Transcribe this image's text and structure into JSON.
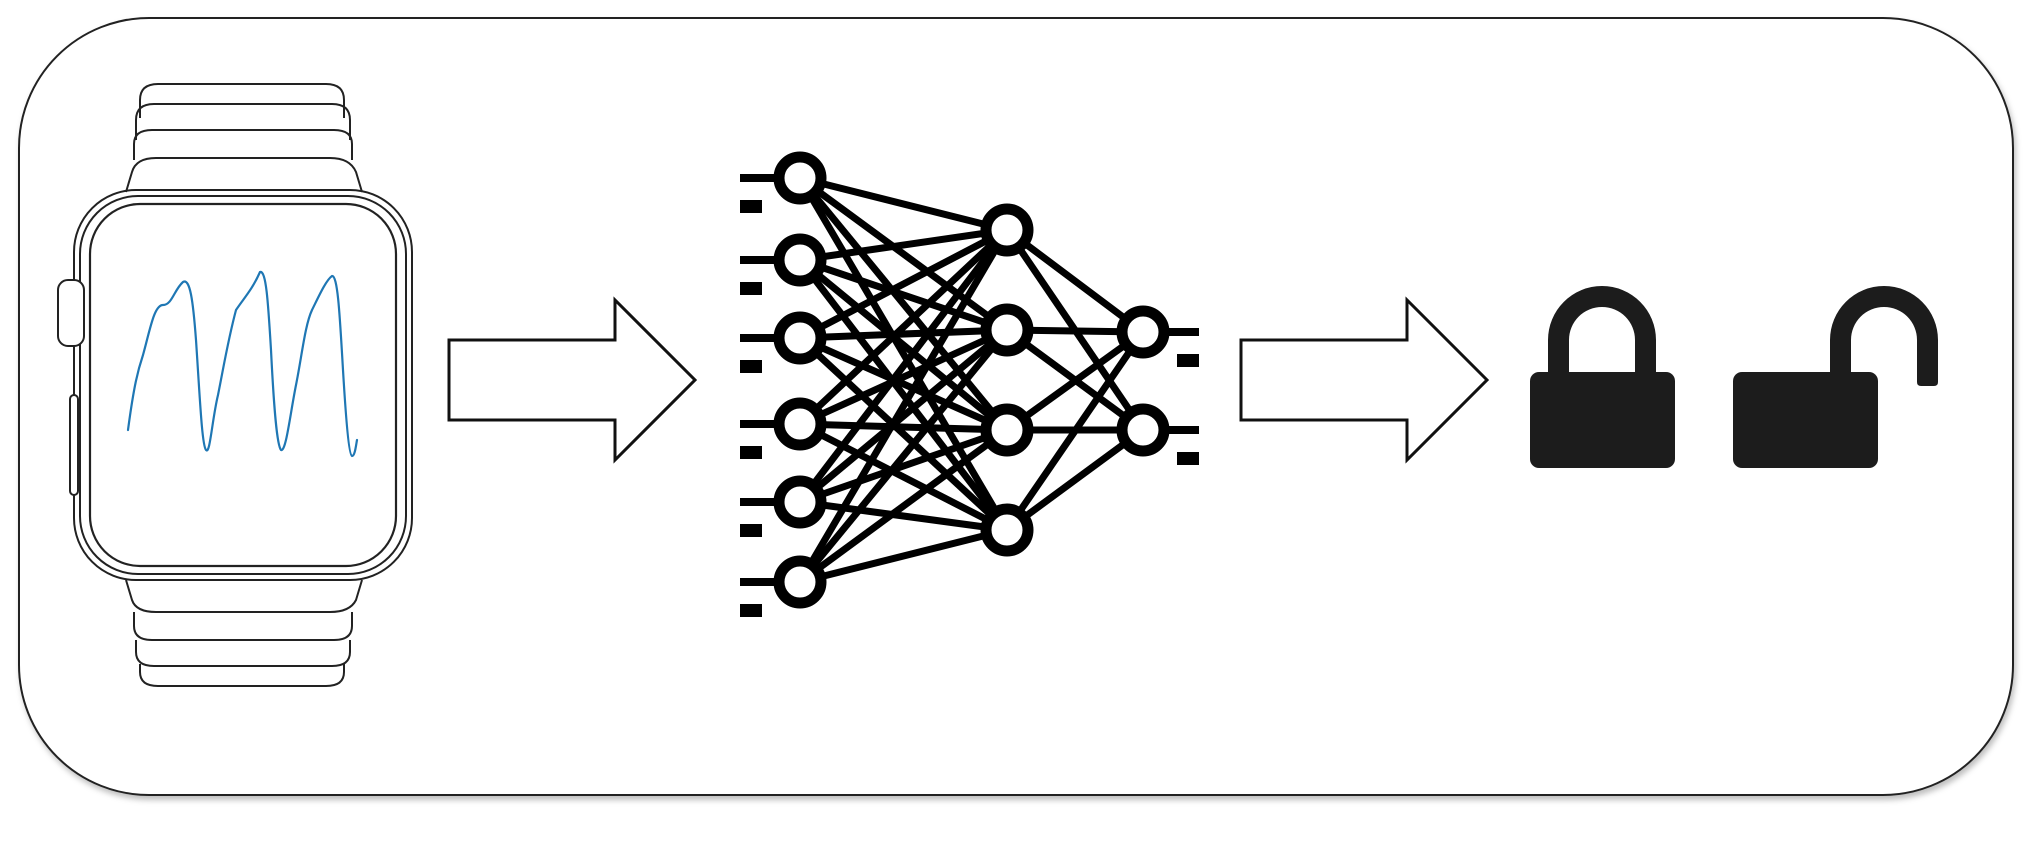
{
  "diagram": {
    "stages": [
      {
        "id": "smartwatch-ppg",
        "icon": "smartwatch-icon"
      },
      {
        "id": "arrow-1",
        "icon": "arrow-right-icon"
      },
      {
        "id": "neural-network",
        "icon": "neural-network-icon"
      },
      {
        "id": "arrow-2",
        "icon": "arrow-right-icon"
      },
      {
        "id": "lock-locked",
        "icon": "lock-closed-icon"
      },
      {
        "id": "lock-unlocked",
        "icon": "lock-open-icon"
      }
    ],
    "colors": {
      "frame_stroke": "#222222",
      "signal_line": "#1f77b4",
      "icon_fill": "#1c1c1c",
      "network_stroke": "#000000",
      "background": "#ffffff"
    },
    "network": {
      "layers": [
        6,
        4,
        2
      ]
    }
  }
}
